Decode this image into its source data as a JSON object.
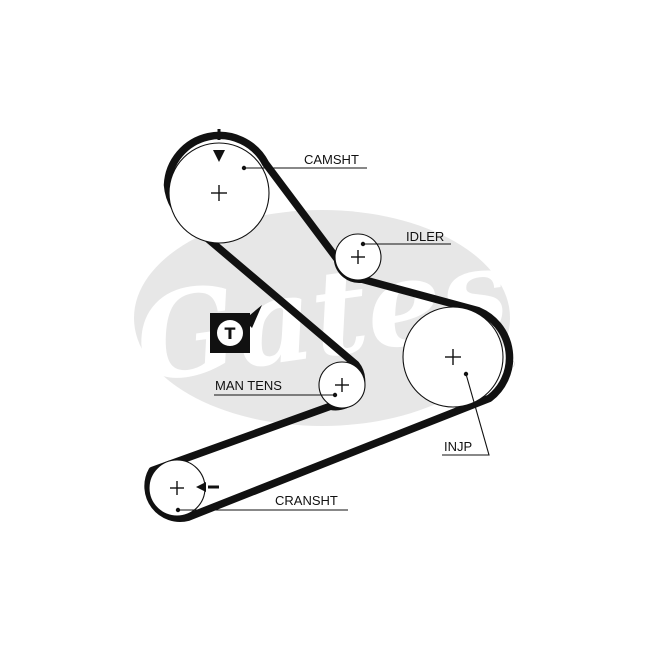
{
  "colors": {
    "belt": "#111111",
    "watermark": "#e7e7e7",
    "background": "#ffffff"
  },
  "logo": {
    "watermark_text": "Gates",
    "registered_mark": "®"
  },
  "timing_icon": {
    "letter": "T"
  },
  "labels": {
    "camshaft": "CAMSHT",
    "idler": "IDLER",
    "manual_tensioner": "MAN TENS",
    "injection_pump": "INJP",
    "crankshaft": "CRANSHT"
  }
}
